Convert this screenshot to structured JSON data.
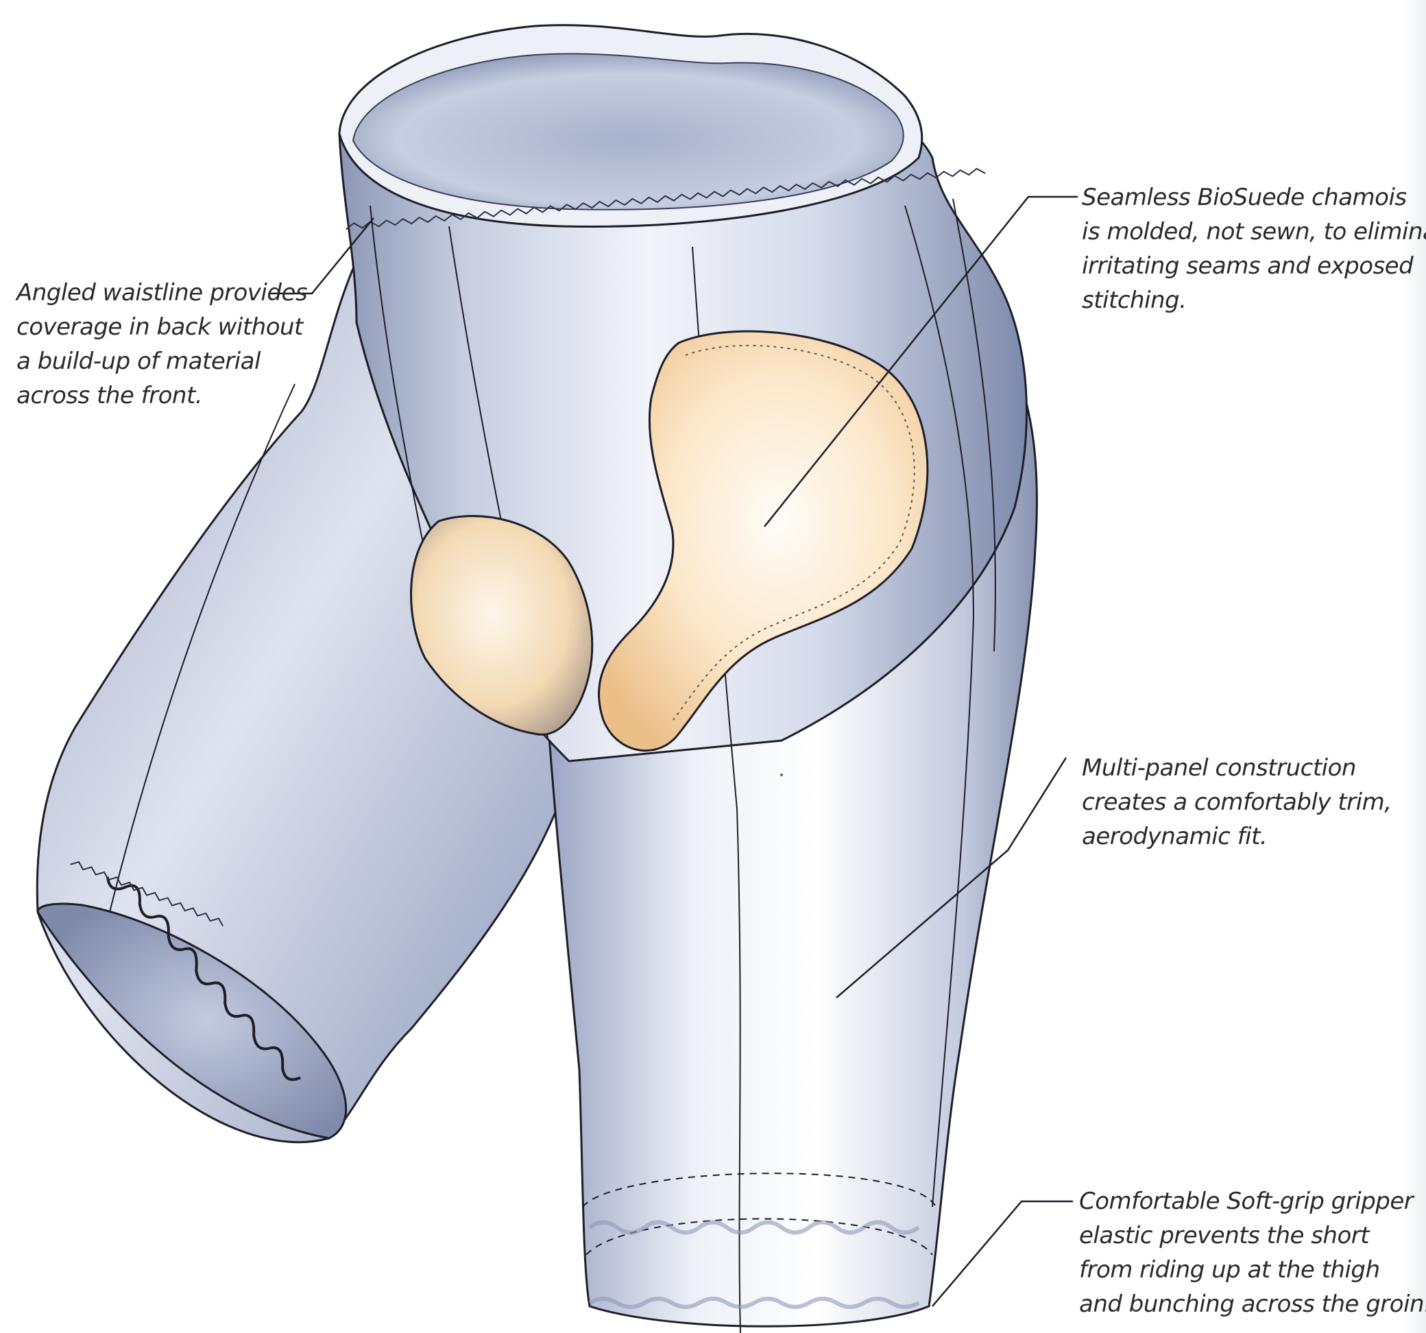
{
  "callouts": {
    "waistline": [
      "Angled waistline provides",
      "coverage in back without",
      "a  build-up of material",
      "across the front."
    ],
    "chamois": [
      "Seamless BioSuede chamois",
      "is molded, not sewn, to eliminate",
      "irritating seams and exposed",
      "stitching."
    ],
    "panels": [
      "Multi-panel construction",
      "creates a comfortably trim,",
      "aerodynamic fit."
    ],
    "gripper": [
      "Comfortable Soft-grip gripper",
      "elastic prevents the short",
      "from riding up at the thigh",
      "and bunching across the groin."
    ]
  },
  "colors": {
    "fabric_light": "#f4f6fb",
    "fabric_mid": "#b9c2d8",
    "fabric_dark": "#6e7a9c",
    "chamois_light": "#fdf6ea",
    "chamois_dark": "#efc592",
    "outline": "#1e1e28"
  }
}
